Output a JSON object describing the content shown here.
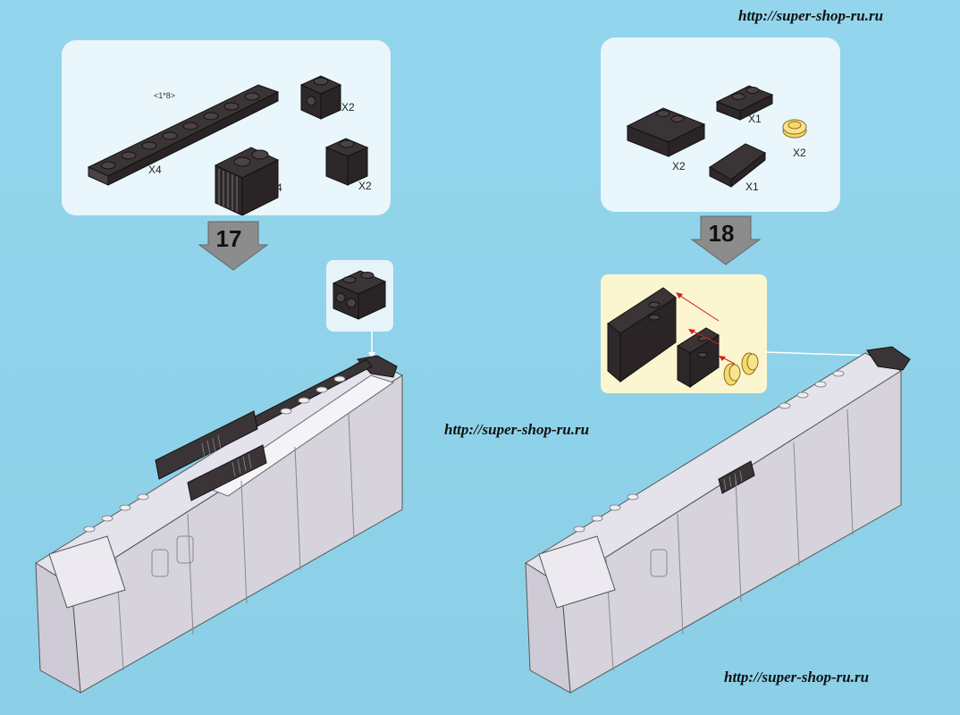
{
  "watermarks": {
    "top": "http://super-shop-ru.ru",
    "middle": "http://super-shop-ru.ru",
    "bottom": "http://super-shop-ru.ru"
  },
  "step17": {
    "number": "17",
    "parts": {
      "plate_dimension": "<1*8>",
      "plate_qty": "X4",
      "grille_qty": "X4",
      "side_stud_brick_qty": "X2",
      "brick_qty": "X2"
    }
  },
  "step18": {
    "number": "18",
    "parts": {
      "double_slope_qty": "X2",
      "plate_qty": "X1",
      "slope_qty": "X1",
      "round_plate_qty": "X2"
    }
  },
  "colors": {
    "background": "#8fd3ea",
    "parts_box": "#e9f6fb",
    "callout_17": "#e6f3f8",
    "callout_18": "#fbf6cf",
    "dark_brick": "#3b3436",
    "light_grey": "#dedbe4",
    "trans_yellow": "#f5d96b",
    "arrow_grey": "#8c8c8c"
  }
}
